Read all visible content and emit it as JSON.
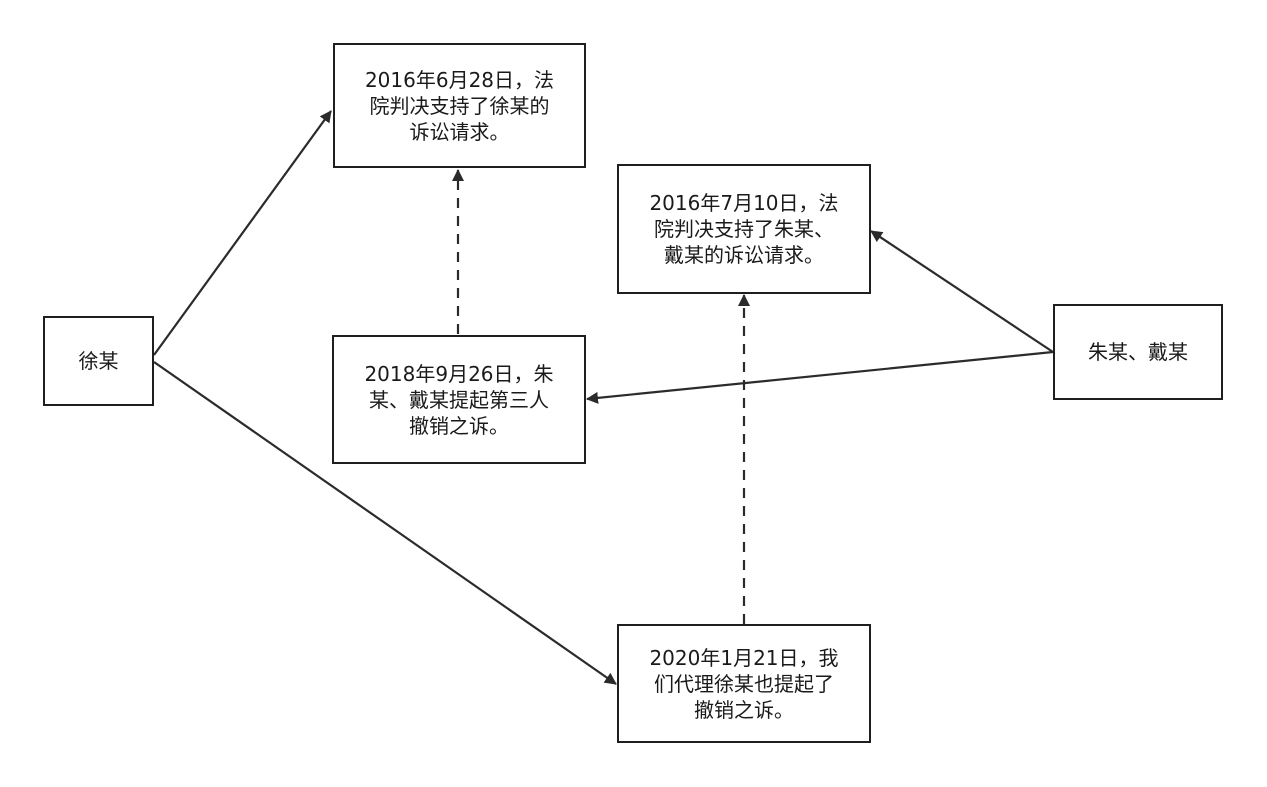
{
  "nodes": {
    "xu": {
      "lines": [
        "徐某"
      ]
    },
    "judgment1": {
      "lines": [
        "2016年6月28日，法",
        "院判决支持了徐某的",
        "诉讼请求。"
      ]
    },
    "judgment2": {
      "lines": [
        "2016年7月10日，法",
        "院判决支持了朱某、",
        "戴某的诉讼请求。"
      ]
    },
    "suit2018": {
      "lines": [
        "2018年9月26日，朱",
        "某、戴某提起第三人",
        "撤销之诉。"
      ]
    },
    "zhudai": {
      "lines": [
        "朱某、戴某"
      ]
    },
    "suit2020": {
      "lines": [
        "2020年1月21日，我",
        "们代理徐某也提起了",
        "撤销之诉。"
      ]
    }
  },
  "colors": {
    "line": "#2b2b2b",
    "border": "#1f1f1f",
    "text": "#1a1a1a"
  }
}
